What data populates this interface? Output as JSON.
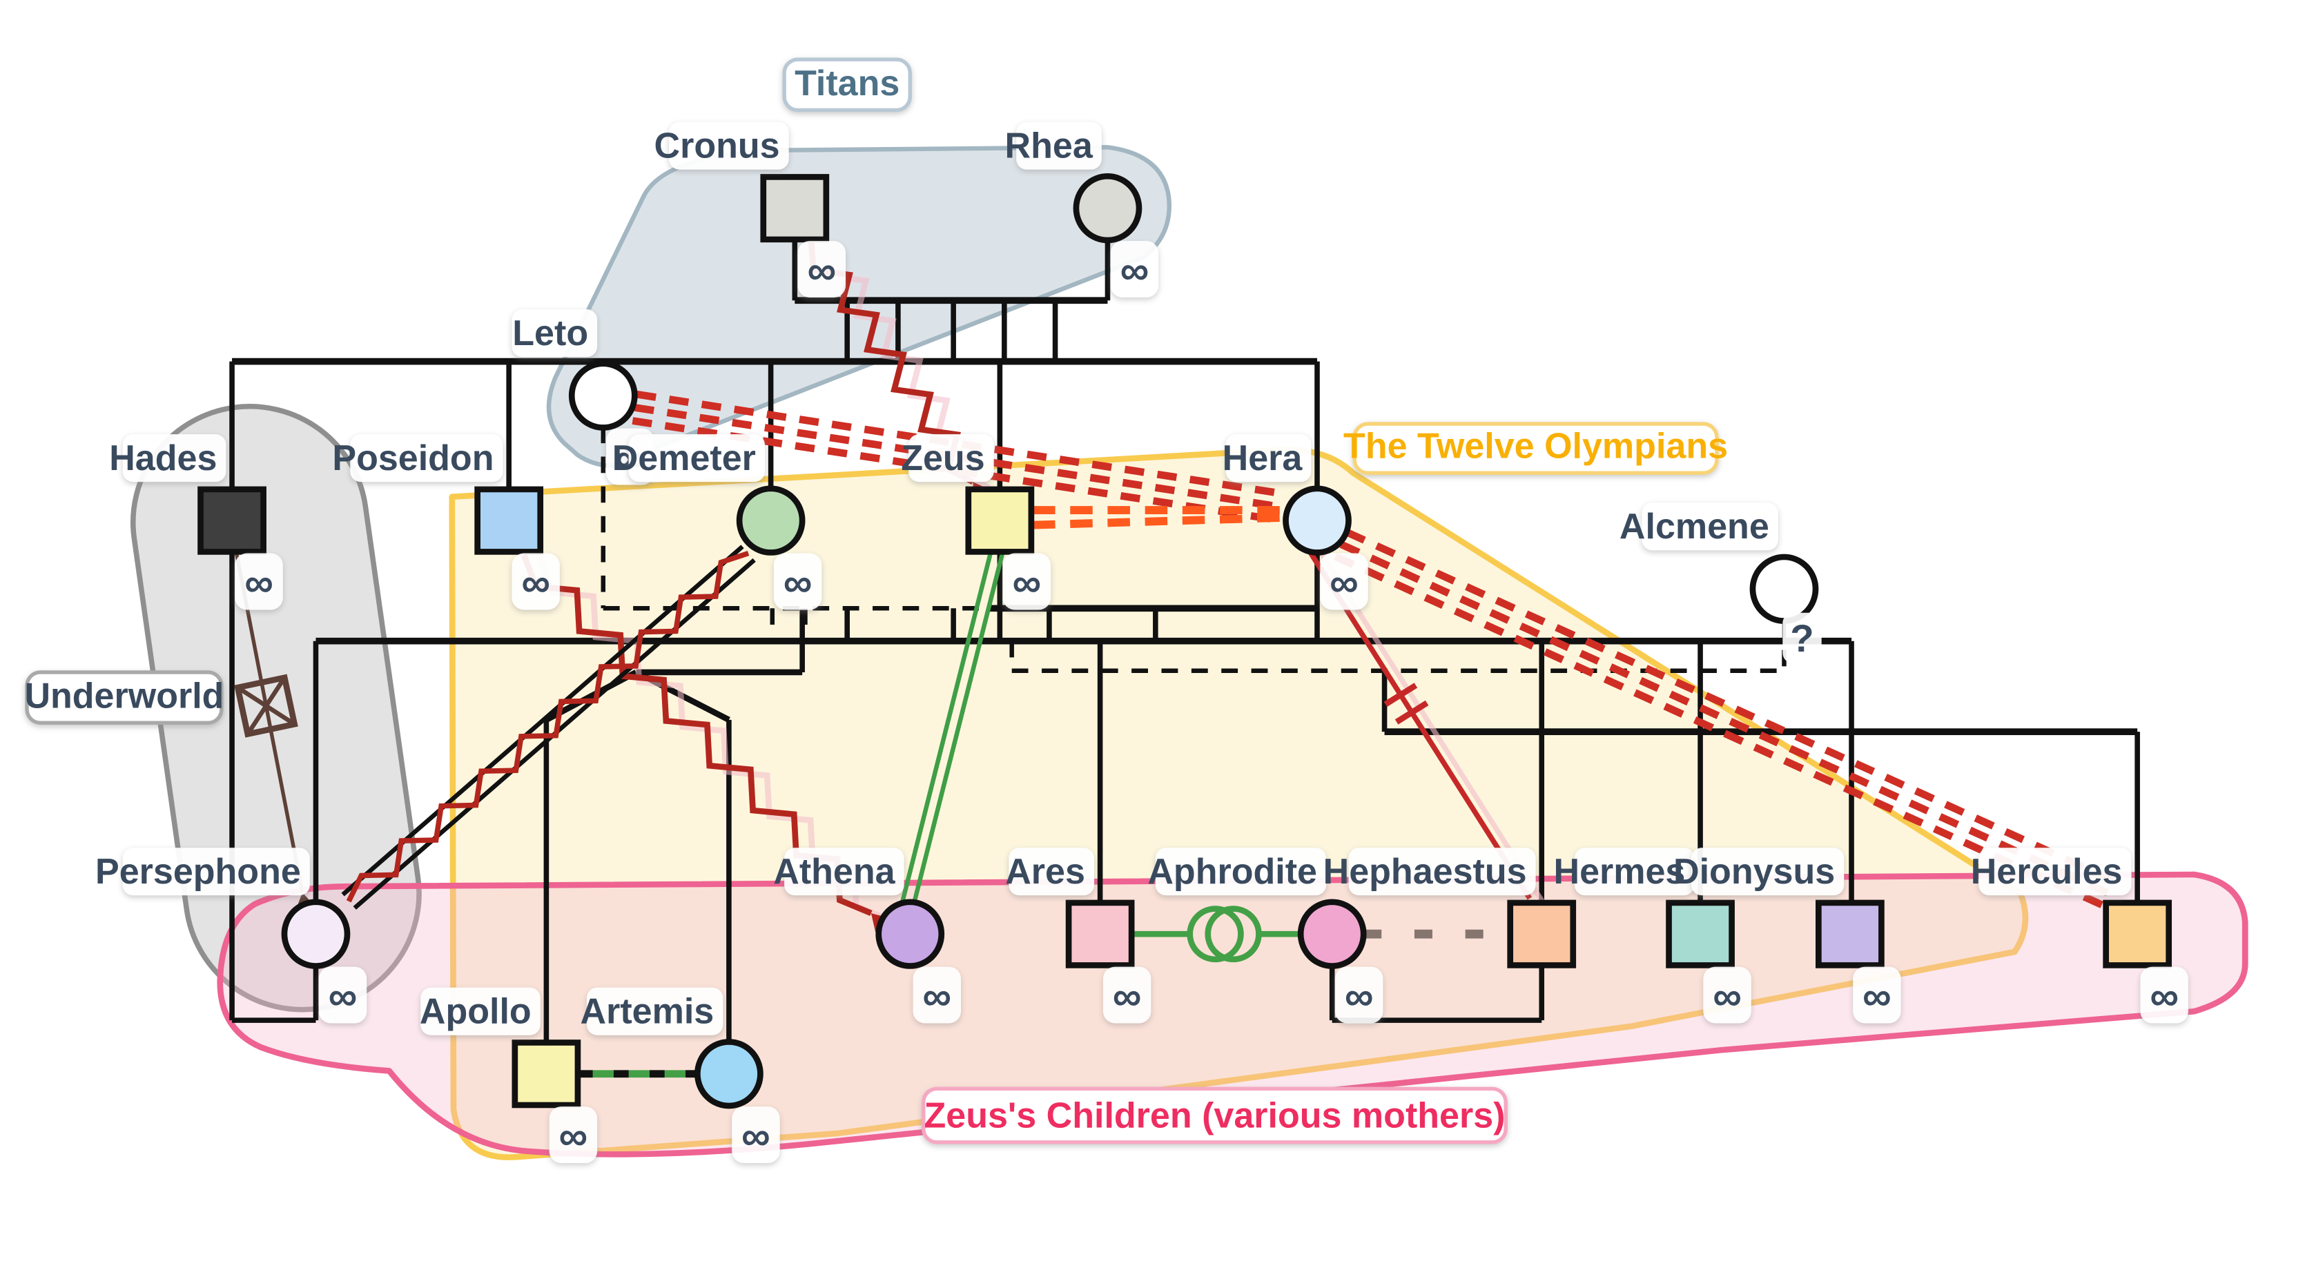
{
  "symbols": {
    "marriage": "∞",
    "uncertain": "?"
  },
  "regions": [
    {
      "id": "titans",
      "label": "Titans",
      "fill": "#d3dce2",
      "fill_opacity": 0.8,
      "border_color": "#a3b7c2",
      "label_color": "#4d7187",
      "label_border": "#b8c8d4"
    },
    {
      "id": "underworld",
      "label": "Underworld",
      "fill": "#dcdcdc",
      "fill_opacity": 0.8,
      "border_color": "#8f8f8f",
      "label_color": "#3a4a5e",
      "label_border": "#a9a9a9"
    },
    {
      "id": "olympians",
      "label": "The Twelve Olympians",
      "fill": "#fdf4d7",
      "fill_opacity": 0.85,
      "border_color": "#f8cb4f",
      "label_color": "#f9b005",
      "label_border": "#f8d478"
    },
    {
      "id": "zeus_children",
      "label": "Zeus's Children (various mothers)",
      "fill": "#f7b6cc",
      "fill_opacity": 0.33,
      "border_color": "#ee6391",
      "label_color": "#ee2d60",
      "label_border": "#f5a8c2"
    }
  ],
  "people": [
    {
      "id": "cronus",
      "name": "Cronus",
      "sex": "male",
      "fill": "#dbdbd6",
      "symbol": "marriage"
    },
    {
      "id": "rhea",
      "name": "Rhea",
      "sex": "female",
      "fill": "#dbdbd6",
      "symbol": "marriage"
    },
    {
      "id": "leto",
      "name": "Leto",
      "sex": "female",
      "fill": "#ffffff",
      "symbol": "marriage"
    },
    {
      "id": "hades",
      "name": "Hades",
      "sex": "male",
      "fill": "#3f3f3f",
      "symbol": "marriage"
    },
    {
      "id": "poseidon",
      "name": "Poseidon",
      "sex": "male",
      "fill": "#a9d2f4",
      "symbol": "marriage"
    },
    {
      "id": "demeter",
      "name": "Demeter",
      "sex": "female",
      "fill": "#b7dcb2",
      "symbol": "marriage"
    },
    {
      "id": "zeus",
      "name": "Zeus",
      "sex": "male",
      "fill": "#f9f3b0",
      "symbol": "marriage"
    },
    {
      "id": "hera",
      "name": "Hera",
      "sex": "female",
      "fill": "#d8ecfb",
      "symbol": "marriage"
    },
    {
      "id": "alcmene",
      "name": "Alcmene",
      "sex": "female",
      "fill": "#ffffff",
      "symbol": "uncertain"
    },
    {
      "id": "persephone",
      "name": "Persephone",
      "sex": "female",
      "fill": "#f5ebf8",
      "symbol": "marriage"
    },
    {
      "id": "athena",
      "name": "Athena",
      "sex": "female",
      "fill": "#c7a6e6",
      "symbol": "marriage"
    },
    {
      "id": "ares",
      "name": "Ares",
      "sex": "male",
      "fill": "#f8c5ce",
      "symbol": "marriage"
    },
    {
      "id": "aphrodite",
      "name": "Aphrodite",
      "sex": "female",
      "fill": "#f0a6cf",
      "symbol": "marriage"
    },
    {
      "id": "hephaestus",
      "name": "Hephaestus",
      "sex": "male",
      "fill": "#fbc5a2",
      "symbol": null
    },
    {
      "id": "hermes",
      "name": "Hermes",
      "sex": "male",
      "fill": "#a6dbd1",
      "symbol": "marriage"
    },
    {
      "id": "dionysus",
      "name": "Dionysus",
      "sex": "male",
      "fill": "#c6b8e8",
      "symbol": "marriage"
    },
    {
      "id": "hercules",
      "name": "Hercules",
      "sex": "male",
      "fill": "#fad28d",
      "symbol": "marriage"
    },
    {
      "id": "apollo",
      "name": "Apollo",
      "sex": "male",
      "fill": "#f9f3b0",
      "symbol": "marriage"
    },
    {
      "id": "artemis",
      "name": "Artemis",
      "sex": "female",
      "fill": "#9fd7f6",
      "symbol": "marriage"
    }
  ],
  "relationships": [
    {
      "id": "conflict-cronus-zeus",
      "type": "conflict",
      "from": "Cronus",
      "to": "Zeus"
    },
    {
      "id": "conflict-poseidon-athena",
      "type": "conflict",
      "from": "Poseidon",
      "to": "Athena"
    },
    {
      "id": "caught-demeter-persephone",
      "type": "caught_between",
      "from": "Demeter",
      "to": "Persephone"
    },
    {
      "id": "abduction-hades-persephone",
      "type": "abduction",
      "from": "Hades",
      "to": "Persephone"
    },
    {
      "id": "hostility-leto-hera",
      "type": "hostility",
      "from": "Leto",
      "to": "Hera"
    },
    {
      "id": "hostility-hera-hercules",
      "type": "hostility",
      "from": "Hera",
      "to": "Hercules"
    },
    {
      "id": "divorce-zeus-hera",
      "type": "divorce",
      "from": "Zeus",
      "to": "Hera"
    },
    {
      "id": "birth-zeus-athena",
      "type": "special_birth",
      "from": "Zeus",
      "to": "Athena"
    },
    {
      "id": "cutoff-hera-hephaestus",
      "type": "cutoff",
      "from": "Hera",
      "to": "Hephaestus"
    },
    {
      "id": "affair-ares-aphrodite",
      "type": "affair",
      "from": "Ares",
      "to": "Aphrodite"
    },
    {
      "id": "distant-aphrodite-hephaestus",
      "type": "distant",
      "from": "Aphrodite",
      "to": "Hephaestus"
    },
    {
      "id": "friendship-apollo-artemis",
      "type": "friendship",
      "from": "Apollo",
      "to": "Artemis"
    }
  ],
  "edge_styles": {
    "family": {
      "color": "#111111"
    },
    "conflict": {
      "color": "#b3261e",
      "shadow": "#f3bcc8"
    },
    "caught_between": {
      "line_color": "#111111",
      "zig_color": "#b3261e"
    },
    "abduction": {
      "color": "#5d4037"
    },
    "hostility": {
      "color": "#cf2e24"
    },
    "divorce": {
      "color": "#ff5a1e"
    },
    "special_birth": {
      "color": "#3f9e46"
    },
    "cutoff": {
      "color": "#c62828",
      "shadow": "#f3bcc8"
    },
    "affair": {
      "color": "#43a047"
    },
    "distant": {
      "color": "#85756e"
    },
    "friendship": {
      "green": "#43a047",
      "black": "#111111"
    }
  },
  "label_text_color": "#3a4a5e"
}
